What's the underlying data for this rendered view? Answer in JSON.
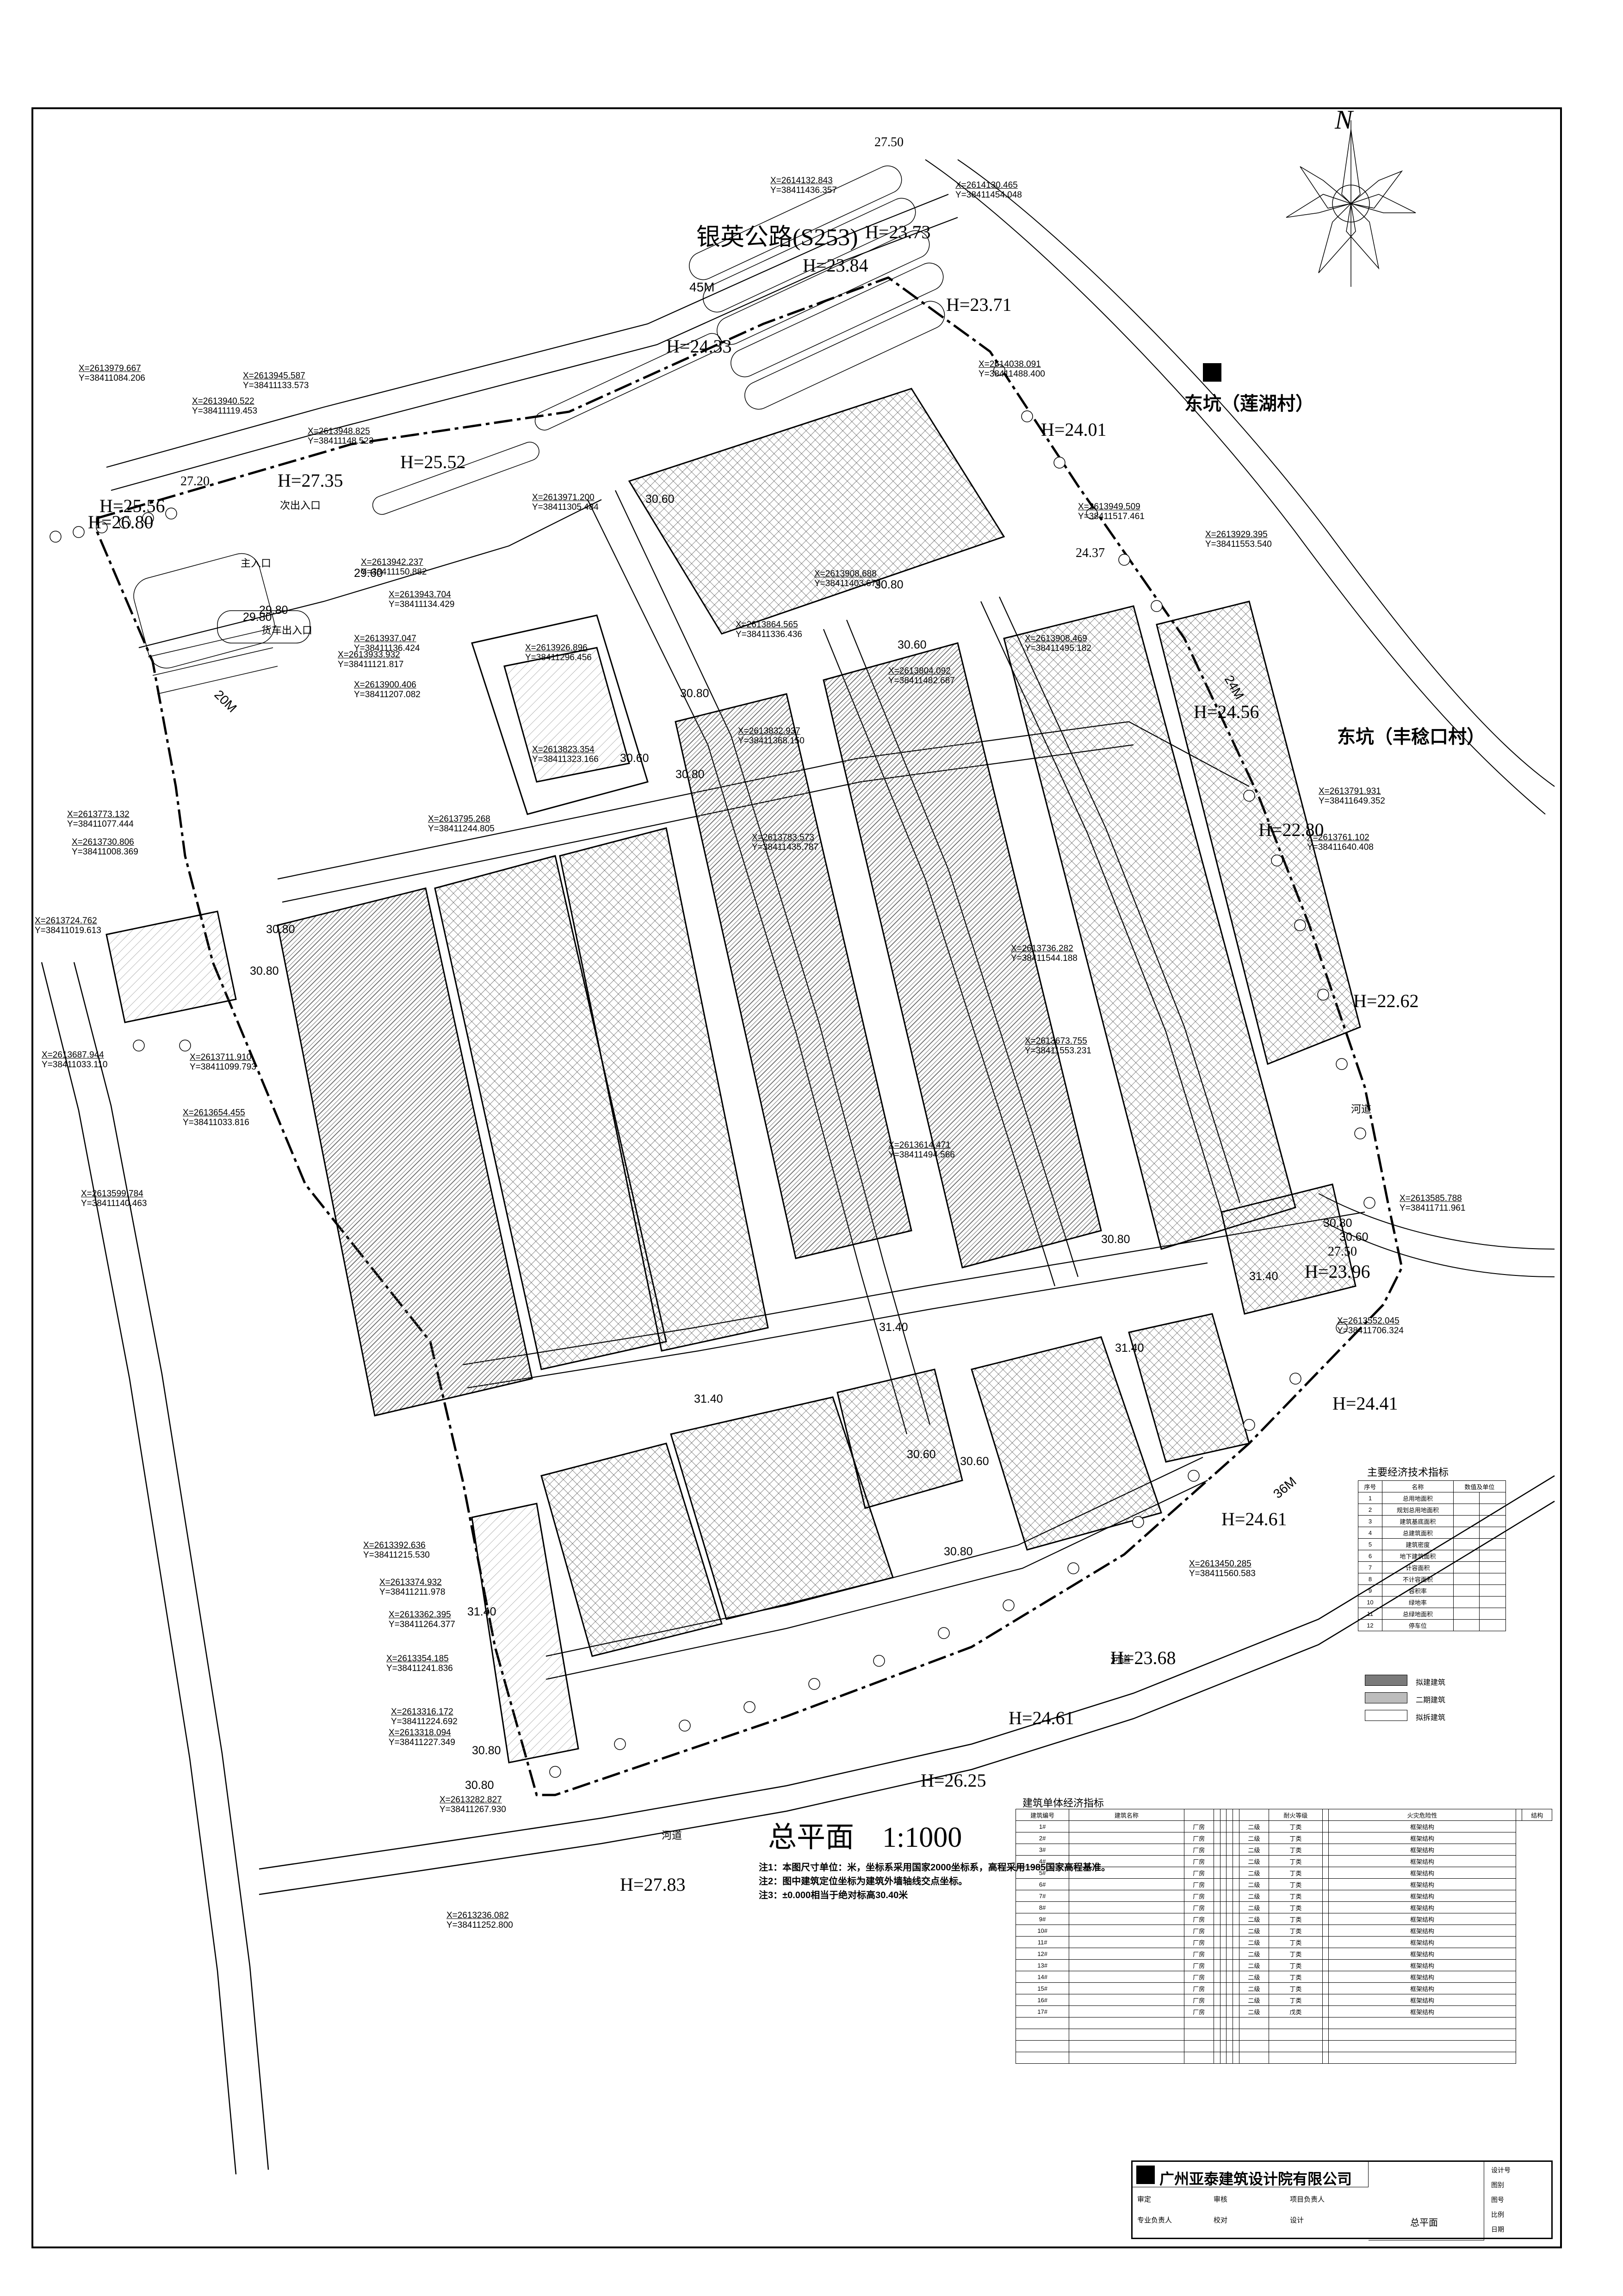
{
  "north_label": "N",
  "road": {
    "name": "银英公路(S253)",
    "width_label": "45M",
    "east_road_width": "24M",
    "south_road_width": "36M",
    "west_road_width": "20M"
  },
  "villages": {
    "east_upper": "东坑（莲湖村）",
    "east_lower": "东坑（丰稔口村）"
  },
  "river_label": "河道",
  "plan_title": "总平面",
  "plan_scale": "1:1000",
  "notes": [
    "注1：本图尺寸单位：米，坐标系采用国家2000坐标系，高程采用1985国家高程基准。",
    "注2：图中建筑定位坐标为建筑外墙轴线交点坐标。",
    "注3：±0.000相当于绝对标高30.40米"
  ],
  "entrances": {
    "main": "主入口",
    "secondary": "次出入口",
    "truck": "货车出入口"
  },
  "elevations": [
    {
      "text": "27.50"
    },
    {
      "text": "H=23.73"
    },
    {
      "text": "H=23.84"
    },
    {
      "text": "H=23.71"
    },
    {
      "text": "H=24.33"
    },
    {
      "text": "H=24.01"
    },
    {
      "text": "H=25.52"
    },
    {
      "text": "27.20"
    },
    {
      "text": "H=25.56"
    },
    {
      "text": "H=27.35"
    },
    {
      "text": "H=26.80"
    },
    {
      "text": "24.37"
    },
    {
      "text": "H=24.56"
    },
    {
      "text": "H=22.80"
    },
    {
      "text": "H=22.62"
    },
    {
      "text": "27.50"
    },
    {
      "text": "H=23.96"
    },
    {
      "text": "H=24.41"
    },
    {
      "text": "H=24.61"
    },
    {
      "text": "H=23.68"
    },
    {
      "text": "H=24.61"
    },
    {
      "text": "H=26.25"
    },
    {
      "text": "H=27.83"
    }
  ],
  "site_levels": [
    "29.80",
    "29.80",
    "29.60",
    "30.60",
    "30.80",
    "30.60",
    "30.80",
    "30.60",
    "30.80",
    "30.80",
    "30.80",
    "30.80",
    "30.60",
    "30.80",
    "31.40",
    "31.40",
    "31.40",
    "31.40",
    "30.60",
    "30.80",
    "30.60",
    "31.40",
    "30.80",
    "30.80"
  ],
  "coordinates": [
    {
      "x": "X=2614132.843",
      "y": "Y=38411436.357"
    },
    {
      "x": "X=2614130.465",
      "y": "Y=38411454.048"
    },
    {
      "x": "X=2613979.667",
      "y": "Y=38411084.206"
    },
    {
      "x": "X=2613945.587",
      "y": "Y=38411133.573"
    },
    {
      "x": "X=2613940.522",
      "y": "Y=38411119.453"
    },
    {
      "x": "X=2614038.091",
      "y": "Y=38411488.400"
    },
    {
      "x": "X=2613948.825",
      "y": "Y=38411148.523"
    },
    {
      "x": "X=2613971.200",
      "y": "Y=38411305.484"
    },
    {
      "x": "X=2613949.509",
      "y": "Y=38411517.461"
    },
    {
      "x": "X=2613929.395",
      "y": "Y=38411553.540"
    },
    {
      "x": "X=2613942.237",
      "y": "Y=38411150.882"
    },
    {
      "x": "X=2613908.688",
      "y": "Y=38411403.676"
    },
    {
      "x": "X=2613943.704",
      "y": "Y=38411134.429"
    },
    {
      "x": "X=2613937.047",
      "y": "Y=38411136.424"
    },
    {
      "x": "X=2613933.932",
      "y": "Y=38411121.817"
    },
    {
      "x": "X=2613926.896",
      "y": "Y=38411296.456"
    },
    {
      "x": "X=2613900.406",
      "y": "Y=38411207.082"
    },
    {
      "x": "X=2613864.565",
      "y": "Y=38411336.436"
    },
    {
      "x": "X=2613908.469",
      "y": "Y=38411495.182"
    },
    {
      "x": "X=2613804.092",
      "y": "Y=38411482.687"
    },
    {
      "x": "X=2613823.354",
      "y": "Y=38411323.166"
    },
    {
      "x": "X=2613832.937",
      "y": "Y=38411368.150"
    },
    {
      "x": "X=2613791.931",
      "y": "Y=38411649.352"
    },
    {
      "x": "X=2613773.132",
      "y": "Y=38411077.444"
    },
    {
      "x": "X=2613795.268",
      "y": "Y=38411244.805"
    },
    {
      "x": "X=2613730.806",
      "y": "Y=38411008.369"
    },
    {
      "x": "X=2613761.102",
      "y": "Y=38411640.408"
    },
    {
      "x": "X=2613783.573",
      "y": "Y=38411435.787"
    },
    {
      "x": "X=2613724.762",
      "y": "Y=38411019.613"
    },
    {
      "x": "X=2613736.282",
      "y": "Y=38411544.188"
    },
    {
      "x": "X=2613687.944",
      "y": "Y=38411033.110"
    },
    {
      "x": "X=2613711.910",
      "y": "Y=38411099.793"
    },
    {
      "x": "X=2613654.455",
      "y": "Y=38411033.816"
    },
    {
      "x": "X=2613599.784",
      "y": "Y=38411140.463"
    },
    {
      "x": "X=2613673.755",
      "y": "Y=38411553.231"
    },
    {
      "x": "X=2613614.471",
      "y": "Y=38411494.566"
    },
    {
      "x": "X=2613585.788",
      "y": "Y=38411711.961"
    },
    {
      "x": "X=2613552.045",
      "y": "Y=38411706.324"
    },
    {
      "x": "X=2613450.285",
      "y": "Y=38411560.583"
    },
    {
      "x": "X=2613392.636",
      "y": "Y=38411215.530"
    },
    {
      "x": "X=2613374.932",
      "y": "Y=38411211.978"
    },
    {
      "x": "X=2613362.395",
      "y": "Y=38411264.377"
    },
    {
      "x": "X=2613354.185",
      "y": "Y=38411241.836"
    },
    {
      "x": "X=2613316.172",
      "y": "Y=38411224.692"
    },
    {
      "x": "X=2613318.094",
      "y": "Y=38411227.349"
    },
    {
      "x": "X=2613282.827",
      "y": "Y=38411267.930"
    },
    {
      "x": "X=2613236.082",
      "y": "Y=38411252.800"
    }
  ],
  "eco_table": {
    "title": "主要经济技术指标",
    "rows": [
      [
        "序号",
        "名称",
        "数值及单位"
      ],
      [
        "1",
        "总用地面积",
        "",
        ""
      ],
      [
        "2",
        "规划总用地面积",
        "",
        ""
      ],
      [
        "3",
        "建筑基底面积",
        "",
        ""
      ],
      [
        "4",
        "总建筑面积",
        "",
        ""
      ],
      [
        "5",
        "建筑密度",
        "",
        ""
      ],
      [
        "6",
        "地下建筑面积",
        "",
        ""
      ],
      [
        "7",
        "计容面积",
        "",
        ""
      ],
      [
        "8",
        "不计容面积",
        "",
        ""
      ],
      [
        "9",
        "容积率",
        "",
        ""
      ],
      [
        "10",
        "绿地率",
        "",
        ""
      ],
      [
        "11",
        "总绿地面积",
        "",
        ""
      ],
      [
        "12",
        "停车位",
        "",
        ""
      ]
    ]
  },
  "legend": [
    {
      "label": "拟建建筑",
      "color": "#7a7a7a"
    },
    {
      "label": "二期建筑",
      "color": "#bcbcbc"
    },
    {
      "label": "拟拆建筑",
      "color": "#ffffff"
    }
  ],
  "bld_table": {
    "title": "建筑单体经济指标",
    "header": [
      "建筑编号",
      "建筑名称",
      "",
      "",
      "",
      "",
      "",
      "",
      "耐火等级",
      "",
      "火灾危险性",
      "",
      "结构"
    ],
    "rows": [
      [
        "1#",
        "",
        "厂房",
        "",
        "",
        "",
        "",
        "二级",
        "丁类",
        "",
        "框架结构"
      ],
      [
        "2#",
        "",
        "厂房",
        "",
        "",
        "",
        "",
        "二级",
        "丁类",
        "",
        "框架结构"
      ],
      [
        "3#",
        "",
        "厂房",
        "",
        "",
        "",
        "",
        "二级",
        "丁类",
        "",
        "框架结构"
      ],
      [
        "4#",
        "",
        "厂房",
        "",
        "",
        "",
        "",
        "二级",
        "丁类",
        "",
        "框架结构"
      ],
      [
        "5#",
        "",
        "厂房",
        "",
        "",
        "",
        "",
        "二级",
        "丁类",
        "",
        "框架结构"
      ],
      [
        "6#",
        "",
        "厂房",
        "",
        "",
        "",
        "",
        "二级",
        "丁类",
        "",
        "框架结构"
      ],
      [
        "7#",
        "",
        "厂房",
        "",
        "",
        "",
        "",
        "二级",
        "丁类",
        "",
        "框架结构"
      ],
      [
        "8#",
        "",
        "厂房",
        "",
        "",
        "",
        "",
        "二级",
        "丁类",
        "",
        "框架结构"
      ],
      [
        "9#",
        "",
        "厂房",
        "",
        "",
        "",
        "",
        "二级",
        "丁类",
        "",
        "框架结构"
      ],
      [
        "10#",
        "",
        "厂房",
        "",
        "",
        "",
        "",
        "二级",
        "丁类",
        "",
        "框架结构"
      ],
      [
        "11#",
        "",
        "厂房",
        "",
        "",
        "",
        "",
        "二级",
        "丁类",
        "",
        "框架结构"
      ],
      [
        "12#",
        "",
        "厂房",
        "",
        "",
        "",
        "",
        "二级",
        "丁类",
        "",
        "框架结构"
      ],
      [
        "13#",
        "",
        "厂房",
        "",
        "",
        "",
        "",
        "二级",
        "丁类",
        "",
        "框架结构"
      ],
      [
        "14#",
        "",
        "厂房",
        "",
        "",
        "",
        "",
        "二级",
        "丁类",
        "",
        "框架结构"
      ],
      [
        "15#",
        "",
        "厂房",
        "",
        "",
        "",
        "",
        "二级",
        "丁类",
        "",
        "框架结构"
      ],
      [
        "16#",
        "",
        "厂房",
        "",
        "",
        "",
        "",
        "二级",
        "丁类",
        "",
        "框架结构"
      ],
      [
        "17#",
        "",
        "厂房",
        "",
        "",
        "",
        "",
        "二级",
        "戊类",
        "",
        "框架结构"
      ],
      [
        "",
        "",
        "",
        "",
        "",
        "",
        "",
        "",
        "",
        "",
        ""
      ],
      [
        "",
        "",
        "",
        "",
        "",
        "",
        "",
        "",
        "",
        "",
        ""
      ],
      [
        "",
        "",
        "",
        "",
        "",
        "",
        "",
        "",
        "",
        "",
        ""
      ],
      [
        "",
        "",
        "",
        "",
        "",
        "",
        "",
        "",
        "",
        "",
        ""
      ]
    ]
  },
  "titleblock": {
    "company": "广州亚泰建筑设计院有限公司",
    "drawing_name": "总平面",
    "fields": [
      "设计号",
      "图别",
      "图号",
      "比例",
      "日期"
    ],
    "field_values": [
      "",
      "",
      "",
      "",
      ""
    ],
    "roles": [
      "审定",
      "审核",
      "项目负责人",
      "专业负责人",
      "校对",
      "设计"
    ]
  }
}
